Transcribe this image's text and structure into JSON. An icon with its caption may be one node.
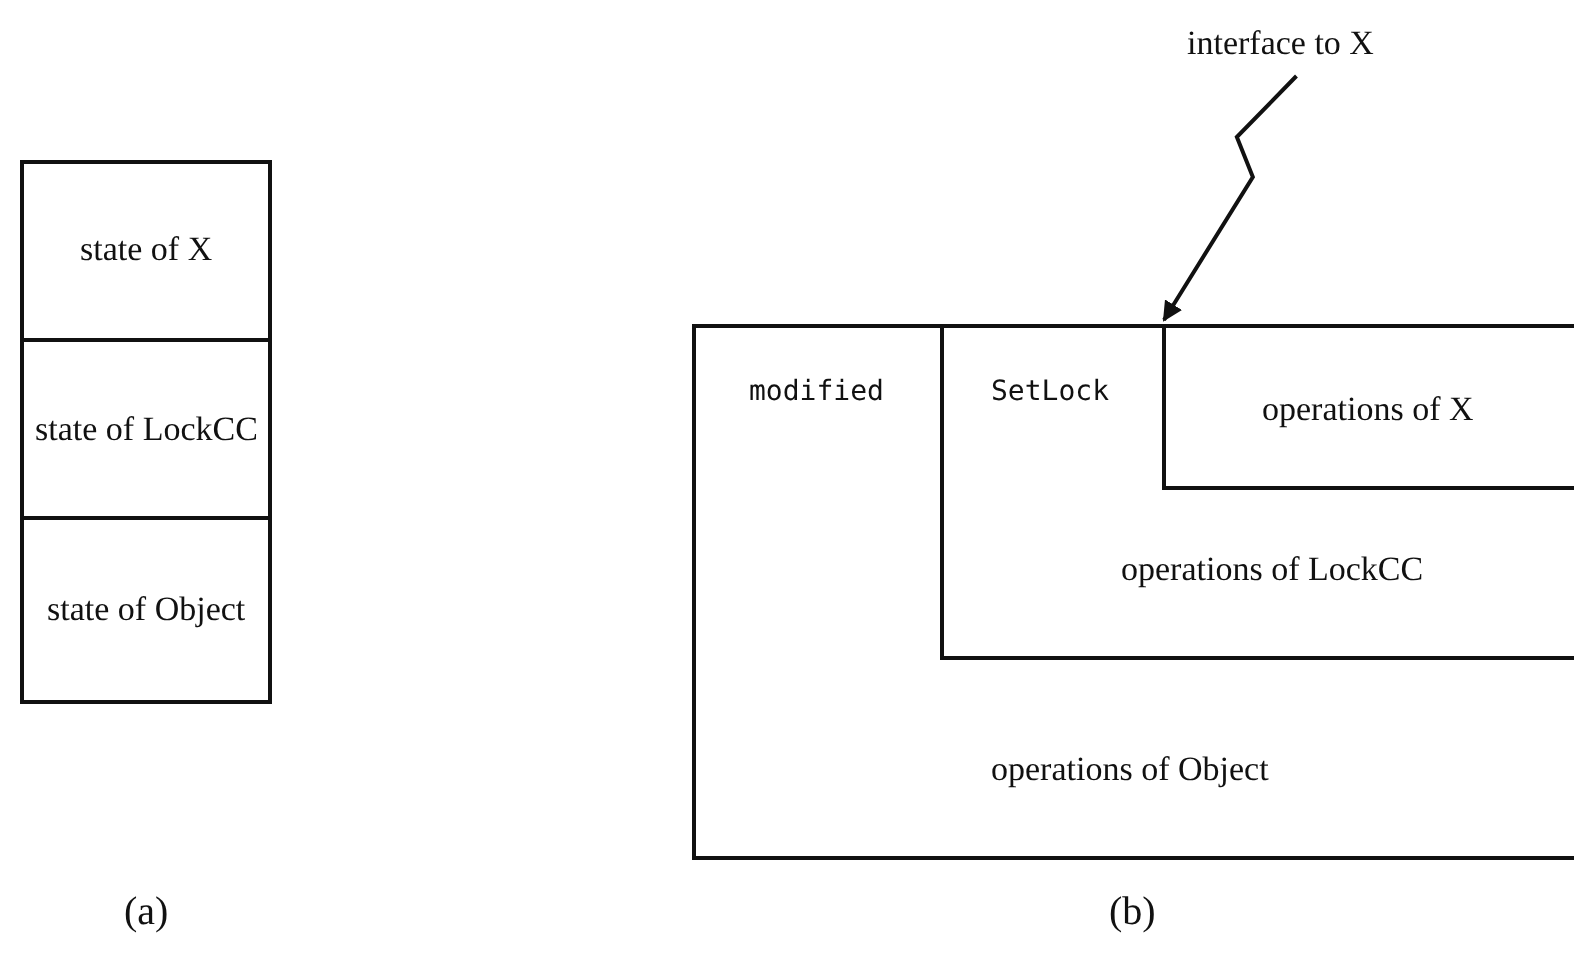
{
  "diagram": {
    "nodes": [
      {
        "text": [
          "state of X"
        ]
      },
      {
        "text": [
          "state of LockCC"
        ]
      },
      {
        "text": [
          "state of Object"
        ]
      },
      {
        "text": [
          "modified",
          "operations of Object"
        ]
      },
      {
        "text": [
          "SetLock",
          "operations of LockCC"
        ],
        "in": 3
      },
      {
        "text": [
          "operations of X"
        ],
        "in": 4
      },
      {
        "text": [
          "interface to X"
        ]
      }
    ],
    "edges": [
      {
        "from": 6,
        "to": 5,
        "arrow": "to"
      }
    ],
    "labels": [
      "(a)",
      "(b)"
    ]
  }
}
